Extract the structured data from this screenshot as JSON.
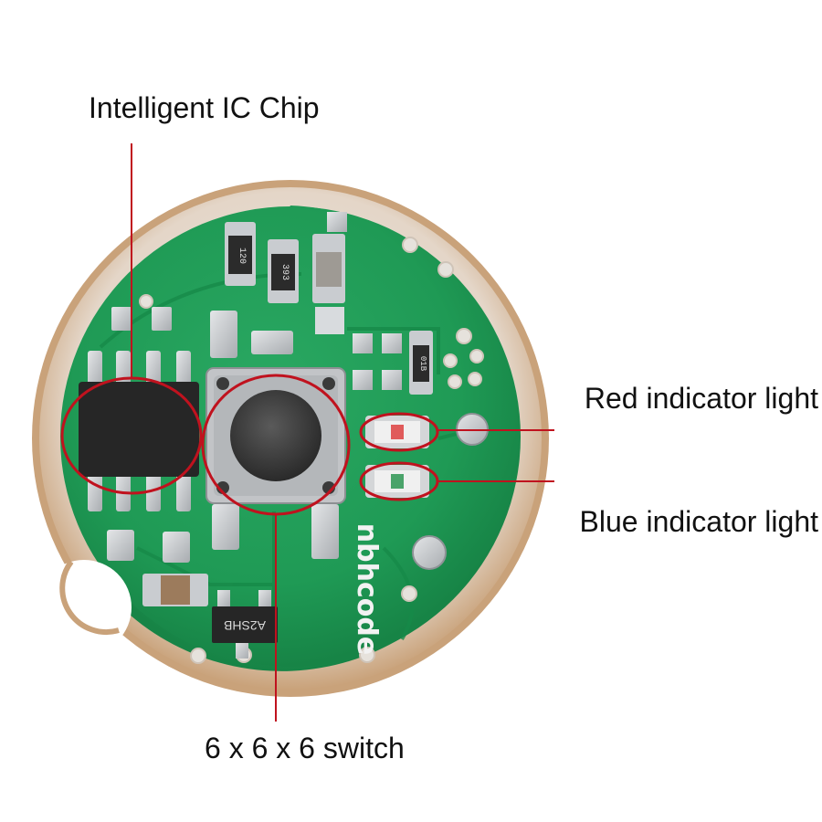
{
  "labels": {
    "ic_chip": "Intelligent IC Chip",
    "red_led": "Red indicator light",
    "blue_led": "Blue indicator light",
    "switch": "6 x 6 x 6 switch"
  },
  "board_markings": {
    "brand": "nbhcode",
    "chip_code": "A2SHB",
    "resistor_1": "120",
    "resistor_2": "393",
    "resistor_3": "01B"
  },
  "colors": {
    "pcb_green": "#1f9a55",
    "copper_ring": "#c9a27a",
    "callout_line": "#c0121e",
    "solder_pad": "#c9ccd0",
    "text": "#111111"
  }
}
